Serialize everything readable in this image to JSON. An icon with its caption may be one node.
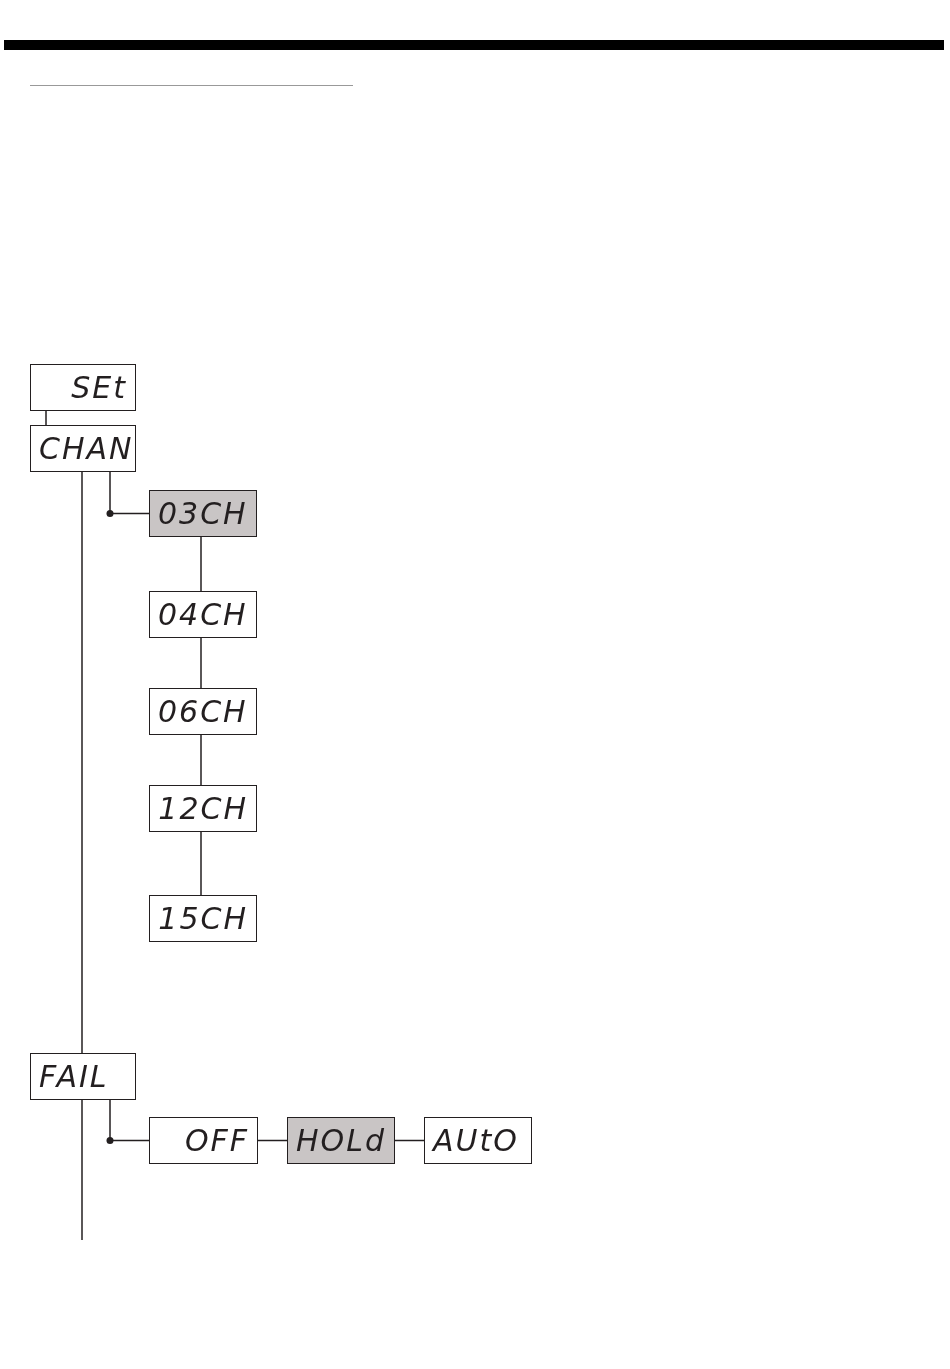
{
  "diagram": {
    "nodes": [
      {
        "text": [
          "SEt"
        ]
      },
      {
        "text": [
          "CHAN"
        ]
      },
      {
        "text": [
          "03CH"
        ]
      },
      {
        "text": [
          "04CH"
        ]
      },
      {
        "text": [
          "06CH"
        ]
      },
      {
        "text": [
          "12CH"
        ]
      },
      {
        "text": [
          "15CH"
        ]
      },
      {
        "text": [
          "FAIL"
        ]
      },
      {
        "text": [
          "OFF"
        ]
      },
      {
        "text": [
          "HOLd"
        ]
      },
      {
        "text": [
          "AUtO"
        ]
      }
    ],
    "edges": [
      {
        "from": 0,
        "to": 1,
        "arrow": "none"
      },
      {
        "from": 1,
        "to": 2,
        "arrow": "none"
      },
      {
        "from": 2,
        "to": 3,
        "arrow": "none"
      },
      {
        "from": 3,
        "to": 4,
        "arrow": "none"
      },
      {
        "from": 4,
        "to": 5,
        "arrow": "none"
      },
      {
        "from": 5,
        "to": 6,
        "arrow": "none"
      },
      {
        "from": 1,
        "to": 7,
        "arrow": "none"
      },
      {
        "from": 7,
        "to": 8,
        "arrow": "none"
      },
      {
        "from": 8,
        "to": 9,
        "arrow": "none"
      },
      {
        "from": 9,
        "to": 10,
        "arrow": "none"
      },
      {
        "from": 7,
        "to": null,
        "arrow": "none"
      }
    ]
  }
}
